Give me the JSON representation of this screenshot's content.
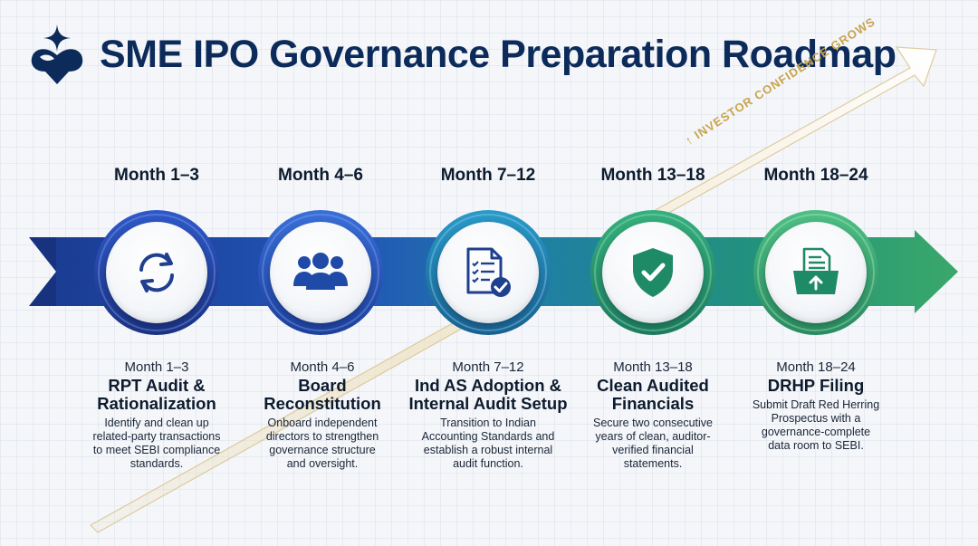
{
  "header": {
    "title": "SME IPO Governance Preparation Roadmap"
  },
  "banner": {
    "confidence_text": "↑ INVESTOR CONFIDENCE GROWS"
  },
  "colors": {
    "navy": "#0c2b5a",
    "blue": "#1f4aa8",
    "teal": "#1e8a8a",
    "green": "#2e9b63",
    "gold": "#c9a34c"
  },
  "steps": [
    {
      "month": "Month 1–3",
      "icon": "refresh-arrows-icon",
      "title_line1": "RPT Audit &",
      "title_line2": "Rationalization",
      "desc_line1": "Identify and clean up",
      "desc_line2": "related-party transactions",
      "desc_line3": "to meet SEBI compliance",
      "desc_line4": "standards."
    },
    {
      "month": "Month 4–6",
      "icon": "people-group-icon",
      "title_line1": "Board",
      "title_line2": "Reconstitution",
      "desc_line1": "Onboard independent",
      "desc_line2": "directors to strengthen",
      "desc_line3": "governance structure",
      "desc_line4": "and oversight."
    },
    {
      "month": "Month 7–12",
      "icon": "document-checklist-icon",
      "title_line1": "Ind AS Adoption &",
      "title_line2": "Internal Audit Setup",
      "desc_line1": "Transition to Indian",
      "desc_line2": "Accounting Standards and",
      "desc_line3": "establish a robust internal",
      "desc_line4": "audit function."
    },
    {
      "month": "Month 13–18",
      "icon": "shield-check-icon",
      "title_line1": "Clean Audited",
      "title_line2": "Financials",
      "desc_line1": "Secure two consecutive",
      "desc_line2": "years of clean, auditor-",
      "desc_line3": "verified financial",
      "desc_line4": "statements."
    },
    {
      "month": "Month 18–24",
      "icon": "upload-tray-icon",
      "title_line1": "DRHP Filing",
      "title_line2": "",
      "desc_line1": "Submit Draft Red Herring",
      "desc_line2": "Prospectus with a",
      "desc_line3": "governance-complete",
      "desc_line4": "data room to SEBI."
    }
  ]
}
